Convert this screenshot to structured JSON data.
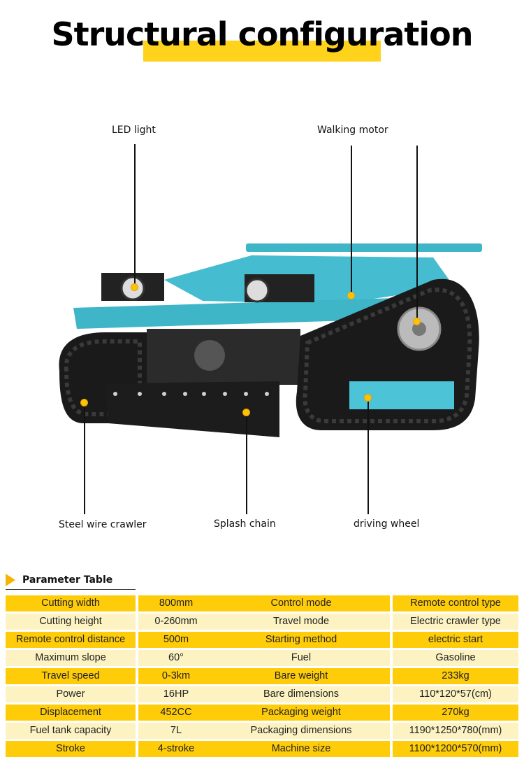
{
  "title": "Structural configuration",
  "callouts": {
    "led_light": "LED light",
    "walking_motor": "Walking motor",
    "steel_wire_crawler": "Steel wire crawler",
    "splash_chain": "Splash chain",
    "driving_wheel": "driving wheel"
  },
  "colors": {
    "accent": "#ffcc0a",
    "light_row": "#fdf3c2",
    "machine_body": "#3fb5c8"
  },
  "param_table": {
    "title": "Parameter Table",
    "rows": [
      [
        "Cutting width",
        "800mm",
        "Control mode",
        "Remote control type"
      ],
      [
        "Cutting height",
        "0-260mm",
        "Travel mode",
        "Electric crawler type"
      ],
      [
        "Remote control distance",
        "500m",
        "Starting method",
        "electric start"
      ],
      [
        "Maximum slope",
        "60°",
        "Fuel",
        "Gasoline"
      ],
      [
        "Travel speed",
        "0-3km",
        "Bare weight",
        "233kg"
      ],
      [
        "Power",
        "16HP",
        "Bare dimensions",
        "110*120*57(cm)"
      ],
      [
        "Displacement",
        "452CC",
        "Packaging weight",
        "270kg"
      ],
      [
        "Fuel tank capacity",
        "7L",
        "Packaging dimensions",
        "1190*1250*780(mm)"
      ],
      [
        "Stroke",
        "4-stroke",
        "Machine size",
        "1100*1200*570(mm)"
      ]
    ]
  }
}
